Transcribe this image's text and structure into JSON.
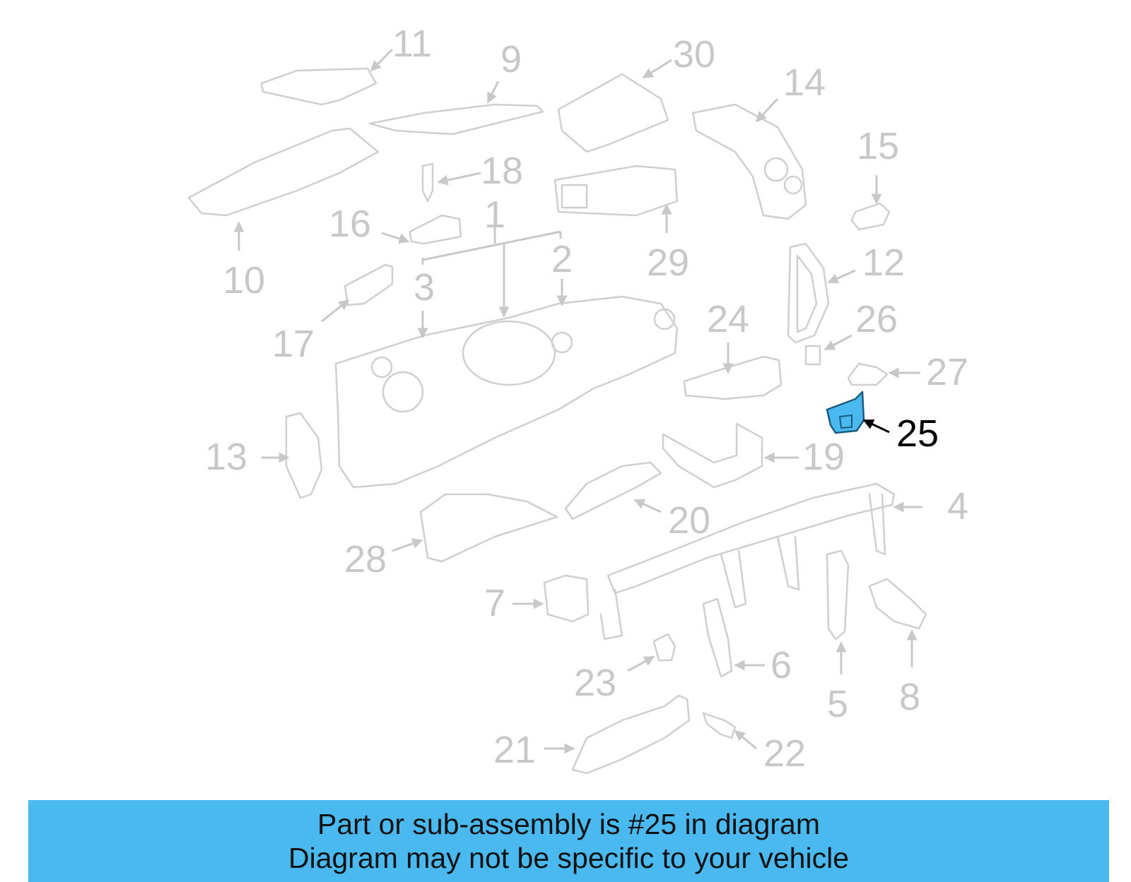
{
  "diagram": {
    "highlight_part": "25",
    "highlight_color": "#4ab9f0",
    "line_color": "#cfcfcf",
    "callouts": [
      "1",
      "2",
      "3",
      "4",
      "5",
      "6",
      "7",
      "8",
      "9",
      "10",
      "11",
      "12",
      "13",
      "14",
      "15",
      "16",
      "17",
      "18",
      "19",
      "20",
      "21",
      "22",
      "23",
      "24",
      "25",
      "26",
      "27",
      "28",
      "29",
      "30"
    ]
  },
  "banner": {
    "line1": "Part or sub-assembly is #25 in diagram",
    "line2": "Diagram may not be specific to your vehicle",
    "background": "#4ab9f0"
  }
}
